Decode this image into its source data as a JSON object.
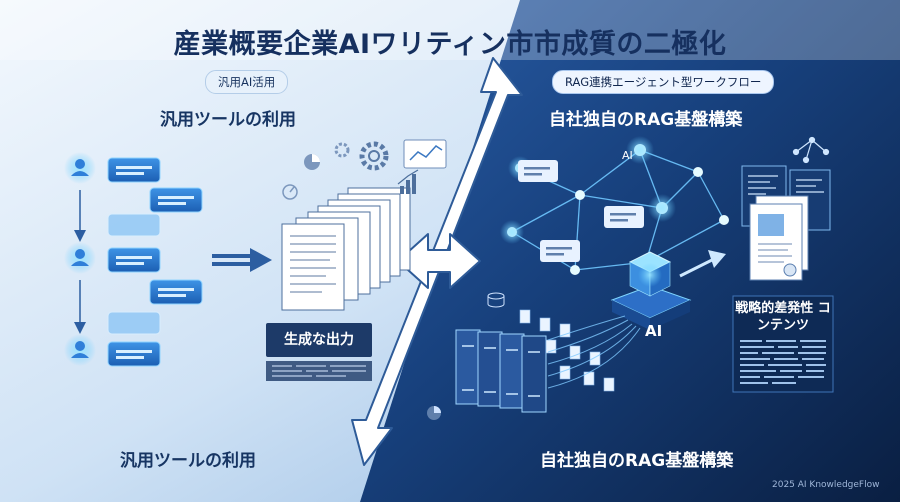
{
  "title": "産業概要企業AIワリティン市市成質の二極化",
  "left": {
    "pill": "汎用AI活用",
    "subtitle": "汎用ツールの利用",
    "output_label": "生成な出力",
    "bottom_label": "汎用ツールの利用"
  },
  "right": {
    "pill": "RAG連携エージェント型ワークフロー",
    "subtitle": "自社独自のRAG基盤構築",
    "ai_label": "AI",
    "strategic_label": "戦略的差発性 コンテンツ",
    "bottom_label": "自社独自のRAG基盤構築"
  },
  "footer": "2025 AI KnowledgeFlow",
  "colors": {
    "left_bg_light": "#f1f7fd",
    "left_bg_mid": "#a9c9ea",
    "right_bg_dark": "#0d2650",
    "right_bg_mid": "#1f4c8f",
    "accent_glow": "#5ec8ff",
    "title_navy": "#16305f"
  },
  "icons": [
    "user-icon",
    "chat-bubble-icon",
    "document-stack-icon",
    "gear-icon",
    "chart-icon",
    "database-icon",
    "book-icon",
    "ai-cube-icon",
    "network-node-icon",
    "double-arrow-icon"
  ]
}
